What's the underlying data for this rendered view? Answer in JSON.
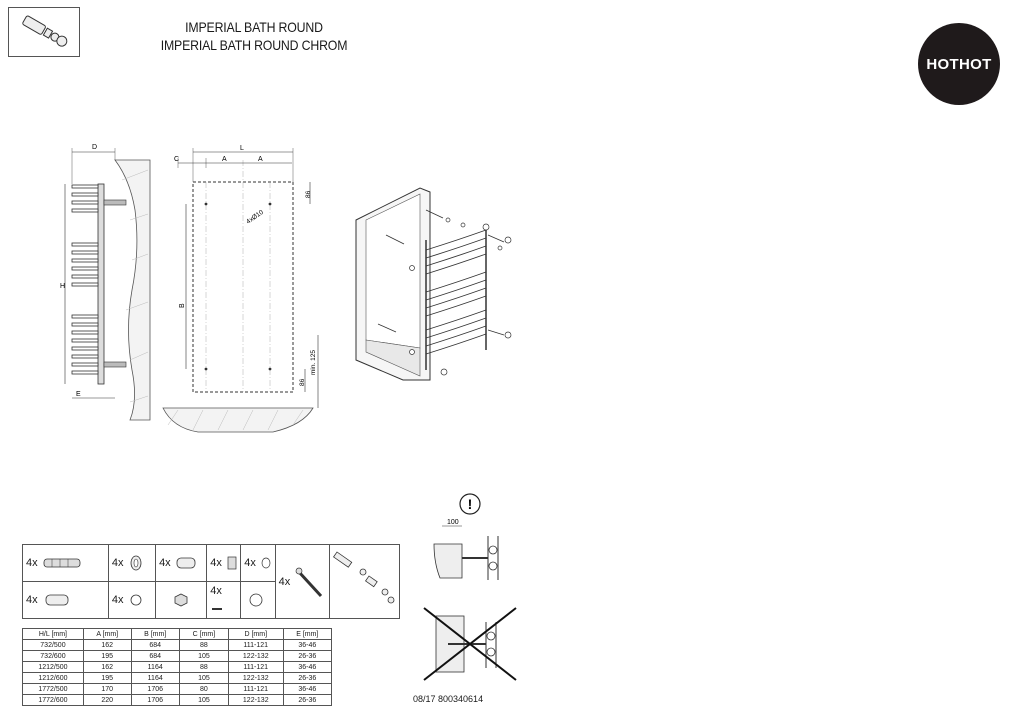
{
  "header": {
    "title_line1": "IMPERIAL BATH ROUND",
    "title_line2": "IMPERIAL BATH ROUND CHROM",
    "logo_text": "HOTHOT"
  },
  "drawing": {
    "labels": {
      "D": "D",
      "C": "C",
      "A": "A",
      "L": "L",
      "H": "H",
      "B": "B",
      "E": "E",
      "hole": "4xØ10",
      "d86_top": "86",
      "d86_bot": "86",
      "min125": "min. 125"
    }
  },
  "kit": {
    "quantities": [
      "4x",
      "4x",
      "4x",
      "4x",
      "4x",
      "4x",
      "4x",
      "4x",
      "4x"
    ]
  },
  "spec_table": {
    "headers": [
      "H/L [mm]",
      "A [mm]",
      "B [mm]",
      "C [mm]",
      "D [mm]",
      "E [mm]"
    ],
    "rows": [
      [
        "732/500",
        "162",
        "684",
        "88",
        "111-121",
        "36-46"
      ],
      [
        "732/600",
        "195",
        "684",
        "105",
        "122-132",
        "26-36"
      ],
      [
        "1212/500",
        "162",
        "1164",
        "88",
        "111-121",
        "36-46"
      ],
      [
        "1212/600",
        "195",
        "1164",
        "105",
        "122-132",
        "26-36"
      ],
      [
        "1772/500",
        "170",
        "1706",
        "80",
        "111-121",
        "36-46"
      ],
      [
        "1772/600",
        "220",
        "1706",
        "105",
        "122-132",
        "26-36"
      ]
    ]
  },
  "warning": {
    "symbol": "!",
    "dimension": "100"
  },
  "footer": {
    "code": "08/17 800340614"
  }
}
